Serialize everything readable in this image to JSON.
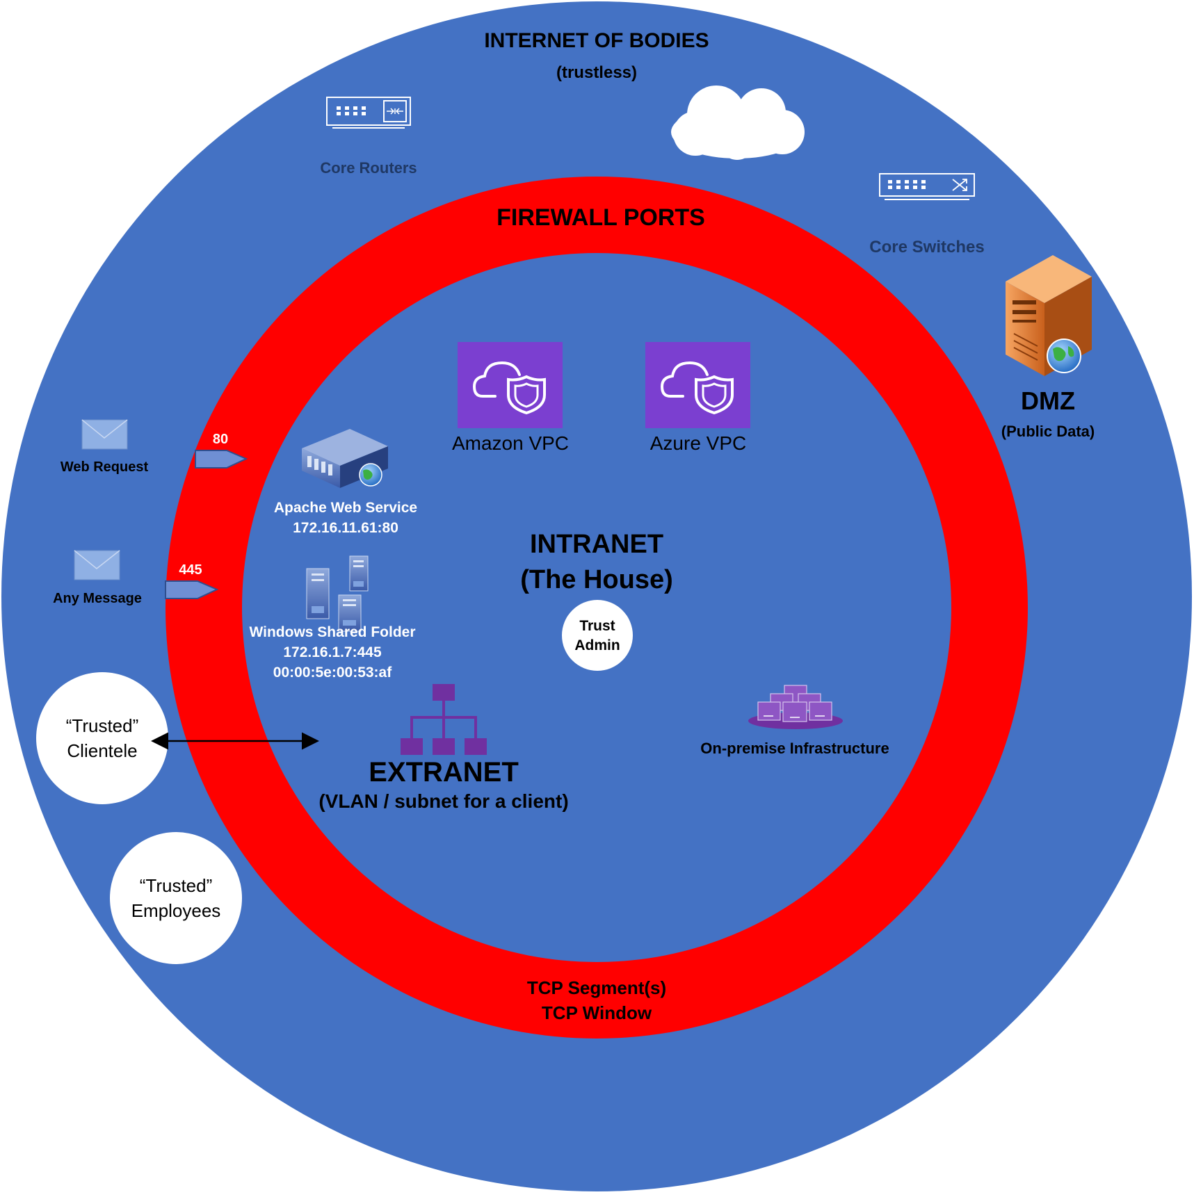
{
  "colors": {
    "outer": "#4472c4",
    "ring": "#ff0000",
    "inner": "#4472c4",
    "vpc_tile": "#7b3fd0",
    "purple_icon": "#7030a0",
    "white": "#ffffff",
    "dark_text": "#000000",
    "muted_text": "#1f3864"
  },
  "outer": {
    "title": "INTERNET OF BODIES",
    "subtitle": "(trustless)",
    "core_routers": "Core Routers",
    "core_switches": "Core Switches",
    "dmz_title": "DMZ",
    "dmz_subtitle": "(Public Data)",
    "web_request": "Web Request",
    "any_message": "Any Message",
    "trusted_clientele_1": "“Trusted”",
    "trusted_clientele_2": "Clientele",
    "trusted_employees_1": "“Trusted”",
    "trusted_employees_2": "Employees"
  },
  "ring": {
    "title": "FIREWALL PORTS",
    "port_80": "80",
    "port_445": "445",
    "tcp_segments": "TCP Segment(s)",
    "tcp_window": "TCP Window"
  },
  "inner": {
    "amazon_vpc": "Amazon VPC",
    "azure_vpc": "Azure VPC",
    "apache_title": "Apache Web Service",
    "apache_addr": "172.16.11.61:80",
    "intranet_title": "INTRANET",
    "intranet_subtitle": "(The House)",
    "trust_admin_1": "Trust",
    "trust_admin_2": "Admin",
    "windows_title": "Windows Shared Folder",
    "windows_addr": "172.16.1.7:445",
    "windows_mac": "00:00:5e:00:53:af",
    "extranet_title": "EXTRANET",
    "extranet_subtitle": "(VLAN / subnet for a client)",
    "onprem": "On-premise Infrastructure"
  },
  "icons": {
    "router": "router-icon",
    "switch": "switch-icon",
    "cloud": "cloud-icon",
    "dmz_server": "server-globe-icon",
    "envelope": "envelope-icon",
    "arrow": "port-arrow-icon",
    "vpc": "vpc-cloud-shield-icon",
    "web_server": "web-server-icon",
    "windows_servers": "server-cluster-icon",
    "hierarchy": "hierarchy-icon",
    "onprem": "onprem-infrastructure-icon"
  }
}
